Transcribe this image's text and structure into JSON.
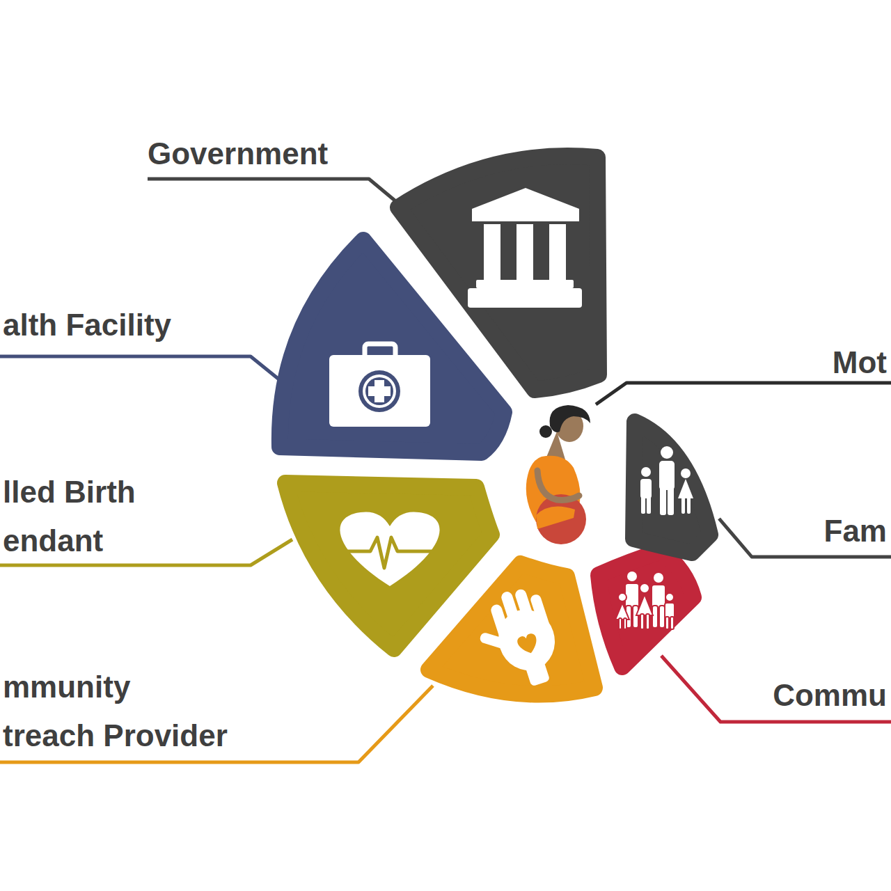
{
  "diagram": {
    "labels": [
      "Government",
      "alth Facility",
      "lled Birth endant",
      "mmunity treach Provider",
      "Mot",
      "Fam",
      "Commu"
    ]
  }
}
